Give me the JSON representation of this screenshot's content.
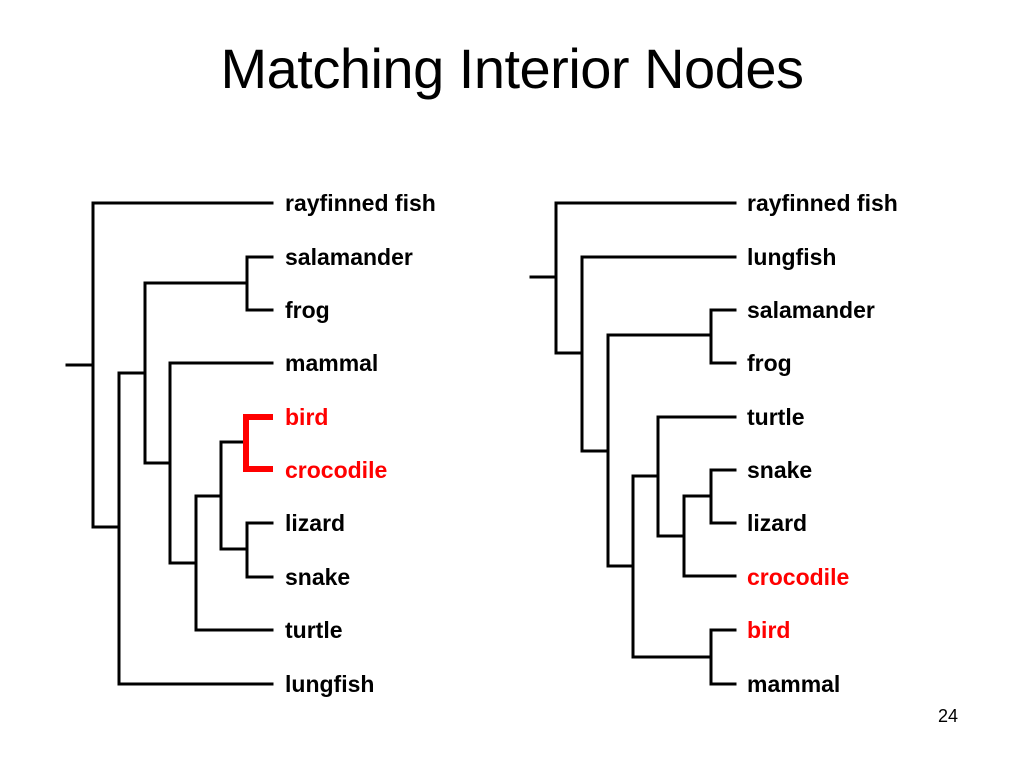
{
  "slide": {
    "title": "Matching Interior Nodes",
    "page_number": "24"
  },
  "colors": {
    "default": "#000000",
    "highlight": "#ff0000"
  },
  "trees": [
    {
      "id": "left-tree",
      "leaves": [
        {
          "label": "rayfinned fish",
          "highlight": false
        },
        {
          "label": "salamander",
          "highlight": false
        },
        {
          "label": "frog",
          "highlight": false
        },
        {
          "label": "mammal",
          "highlight": false
        },
        {
          "label": "bird",
          "highlight": true
        },
        {
          "label": "crocodile",
          "highlight": true
        },
        {
          "label": "lizard",
          "highlight": false
        },
        {
          "label": "snake",
          "highlight": false
        },
        {
          "label": "turtle",
          "highlight": false
        },
        {
          "label": "lungfish",
          "highlight": false
        }
      ],
      "newick": "(rayfinned fish,(((salamander,frog),(mammal,(((bird,crocodile),(lizard,snake)),turtle))),lungfish))",
      "highlighted_clade": [
        "bird",
        "crocodile"
      ]
    },
    {
      "id": "right-tree",
      "leaves": [
        {
          "label": "rayfinned fish",
          "highlight": false
        },
        {
          "label": "lungfish",
          "highlight": false
        },
        {
          "label": "salamander",
          "highlight": false
        },
        {
          "label": "frog",
          "highlight": false
        },
        {
          "label": "turtle",
          "highlight": false
        },
        {
          "label": "snake",
          "highlight": false
        },
        {
          "label": "lizard",
          "highlight": false
        },
        {
          "label": "crocodile",
          "highlight": true
        },
        {
          "label": "bird",
          "highlight": true
        },
        {
          "label": "mammal",
          "highlight": false
        }
      ],
      "newick": "(rayfinned fish,(lungfish,((salamander,frog),((turtle,((snake,lizard),crocodile)),(bird,mammal)))))"
    }
  ]
}
